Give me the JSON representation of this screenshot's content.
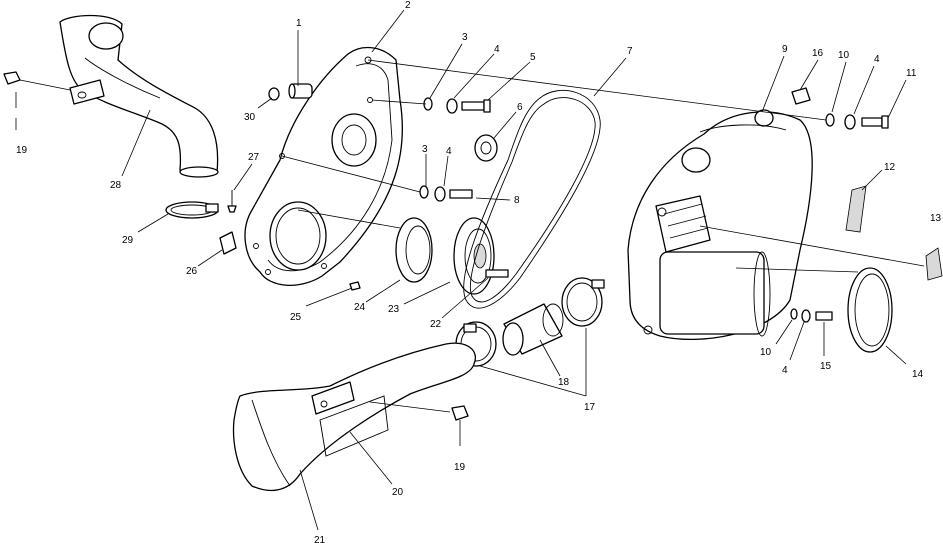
{
  "diagram": {
    "callouts": [
      {
        "id": "c1",
        "text": "1"
      },
      {
        "id": "c2",
        "text": "2"
      },
      {
        "id": "c3a",
        "text": "3"
      },
      {
        "id": "c4a",
        "text": "4"
      },
      {
        "id": "c5",
        "text": "5"
      },
      {
        "id": "c6",
        "text": "6"
      },
      {
        "id": "c7",
        "text": "7"
      },
      {
        "id": "c9",
        "text": "9"
      },
      {
        "id": "c16",
        "text": "16"
      },
      {
        "id": "c10a",
        "text": "10"
      },
      {
        "id": "c4b",
        "text": "4"
      },
      {
        "id": "c11",
        "text": "11"
      },
      {
        "id": "c30",
        "text": "30"
      },
      {
        "id": "c3b",
        "text": "3"
      },
      {
        "id": "c4c",
        "text": "4"
      },
      {
        "id": "c8",
        "text": "8"
      },
      {
        "id": "c27",
        "text": "27"
      },
      {
        "id": "c28",
        "text": "28"
      },
      {
        "id": "c19a",
        "text": "19"
      },
      {
        "id": "c29",
        "text": "29"
      },
      {
        "id": "c26",
        "text": "26"
      },
      {
        "id": "c25",
        "text": "25"
      },
      {
        "id": "c24",
        "text": "24"
      },
      {
        "id": "c23",
        "text": "23"
      },
      {
        "id": "c22",
        "text": "22"
      },
      {
        "id": "c12",
        "text": "12"
      },
      {
        "id": "c13",
        "text": "13"
      },
      {
        "id": "c10b",
        "text": "10"
      },
      {
        "id": "c4d",
        "text": "4"
      },
      {
        "id": "c15",
        "text": "15"
      },
      {
        "id": "c14",
        "text": "14"
      },
      {
        "id": "c18",
        "text": "18"
      },
      {
        "id": "c17",
        "text": "17"
      },
      {
        "id": "c19b",
        "text": "19"
      },
      {
        "id": "c20",
        "text": "20"
      },
      {
        "id": "c21",
        "text": "21"
      }
    ]
  }
}
